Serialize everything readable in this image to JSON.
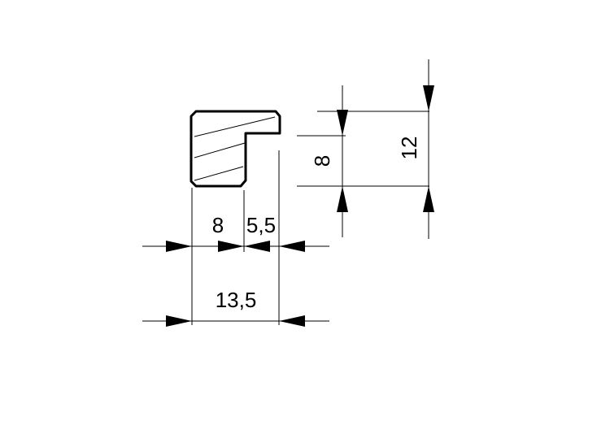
{
  "dimensions": {
    "width_left": "8",
    "width_right": "5,5",
    "width_total": "13,5",
    "height_inner": "8",
    "height_total": "12"
  }
}
